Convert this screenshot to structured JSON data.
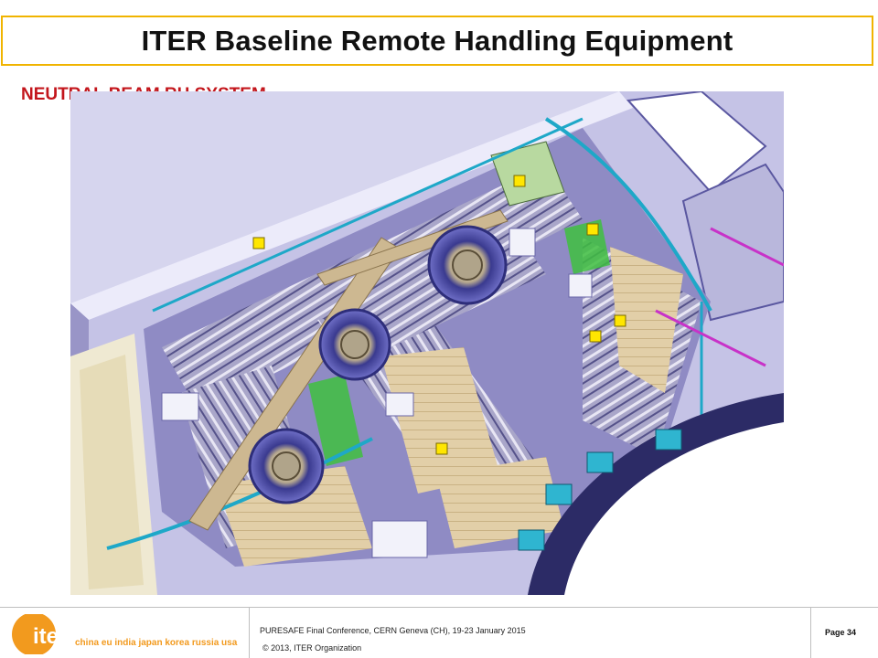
{
  "slide": {
    "title": "ITER Baseline Remote Handling Equipment",
    "subtitle": "NEUTRAL BEAM RH SYSTEM"
  },
  "footer": {
    "logo_word": "iter",
    "logo_tagline": "china eu india japan korea russia usa",
    "conference": "PURESAFE Final Conference, CERN Geneva (CH), 19-23 January 2015",
    "copyright": "© 2013, ITER Organization",
    "page": "Page 34"
  },
  "colors": {
    "title_border": "#f0b400",
    "subtitle": "#c3161c",
    "logo_orange": "#f29a1e"
  }
}
